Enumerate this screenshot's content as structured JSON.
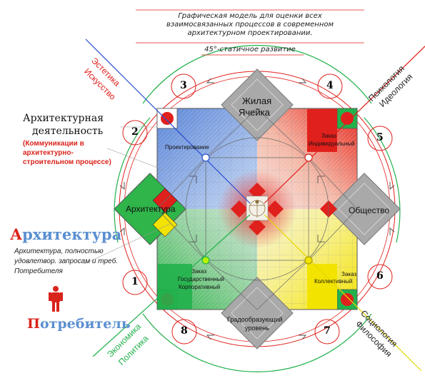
{
  "header": {
    "lines": [
      "Графическая модель для оценки всех",
      "взаимосвязанных процессов в современном",
      "архитектурном проектировании.",
      "45°-статичное развитие"
    ]
  },
  "diagonals": {
    "top_left": [
      "Эстетика",
      "Искусство"
    ],
    "top_right": [
      "Психология",
      "Идеология"
    ],
    "bottom_left": [
      "Экономика",
      "Политика"
    ],
    "bottom_right": [
      "Социология",
      "Философия"
    ]
  },
  "left_text": {
    "arch_activity_1": "Архитектурная",
    "arch_activity_2": "деятельность",
    "communication_1": "(Коммуникации в",
    "communication_2": "архитектурно-",
    "communication_3": "строительном процессе)",
    "arch_big_first": "А",
    "arch_big_rest": "рхитектура",
    "desc_1": "Архитектура, полностью",
    "desc_2": "удовлетвор. запросам и треб.",
    "desc_3": "Потребителя",
    "consumer_first": "П",
    "consumer_rest": "отребитель"
  },
  "quadrants": {
    "top_left": "Проектирование",
    "top_right_1": "Заказ",
    "top_right_2": "Индивидуальный",
    "bottom_left_1": "Заказ",
    "bottom_left_2": "Государственный",
    "bottom_left_3": "Корпоративный",
    "bottom_right_1": "Заказ",
    "bottom_right_2": "Коллективный"
  },
  "diamonds": {
    "top_1": "Жилая",
    "top_2": "Ячейка",
    "left": "Архитектура",
    "right": "Общество",
    "bottom_1": "Градообразующий",
    "bottom_2": "уровень"
  },
  "numbers": [
    "1",
    "2",
    "3",
    "4",
    "5",
    "6",
    "7",
    "8"
  ],
  "colors": {
    "red": "#e0201c",
    "green": "#22b14c",
    "blue": "#3f6fd0",
    "yellow": "#f2e300",
    "gray": "#9a9a9a"
  }
}
